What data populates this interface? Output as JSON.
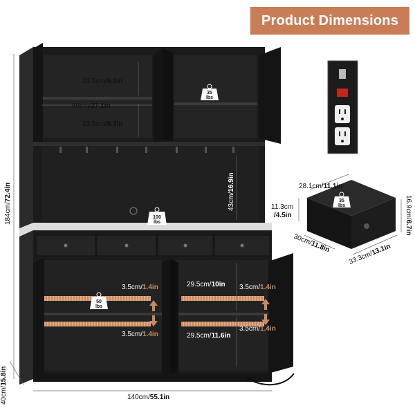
{
  "banner": {
    "title": "Product Dimensions"
  },
  "dimensions": {
    "top_shelf_height": {
      "cm": "23.5cm/",
      "in": "9.3in"
    },
    "inner_width": {
      "cm": "69cm/",
      "in": "27.1in"
    },
    "mid_shelf_height": {
      "cm": "23.5cm/",
      "in": "9.3in"
    },
    "hutch_gap": {
      "cm": "43cm/",
      "in": "16.9in"
    },
    "total_height": {
      "cm": "184cm/",
      "in": "72.4in"
    },
    "depth": {
      "cm": "40cm/",
      "in": "15.8in"
    },
    "total_width": {
      "cm": "140cm/",
      "in": "55.1in"
    },
    "left_adj_up": {
      "cm": "3.5cm/",
      "in": "1.4in"
    },
    "left_adj_down": {
      "cm": "3.5cm/",
      "in": "1.4in"
    },
    "right_adj_up": {
      "cm": "3.5cm/",
      "in": "1.4in"
    },
    "right_adj_down": {
      "cm": "3.5cm/",
      "in": "1.4in"
    },
    "cab_upper": {
      "cm": "29.5cm/",
      "in": "10in"
    },
    "cab_lower": {
      "cm": "29.5cm/",
      "in": "11.6in"
    }
  },
  "loads": {
    "shelf": {
      "value": "35",
      "unit": "lbs"
    },
    "countertop": {
      "value": "100",
      "unit": "lbs"
    },
    "cabinet": {
      "value": "50",
      "unit": "lbs"
    },
    "drawer": {
      "value": "35",
      "unit": "lbs"
    }
  },
  "drawer": {
    "width": {
      "cm": "28.1cm/",
      "in": "11.1in"
    },
    "height": {
      "cm": "11.3cm",
      "in": "/4.5in"
    },
    "depth": {
      "cm": "30cm/",
      "in": "11.8in"
    },
    "outer_width": {
      "cm": "33.3cm/",
      "in": "13.1in"
    },
    "outer_height": {
      "cm": "16.9cm/",
      "in": "6.7in"
    }
  },
  "colors": {
    "banner": "#c97d57",
    "cabinet": "#1b1b1b",
    "shelf_band": "#c98a62"
  }
}
